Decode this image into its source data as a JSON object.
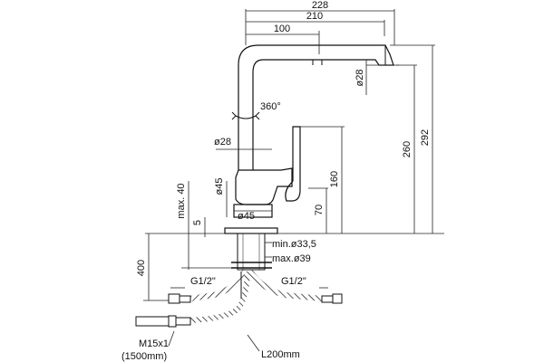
{
  "dimensions": {
    "overall_reach": "228",
    "spout_reach": "210",
    "spout_offset": "100",
    "outlet_diameter": "ø28",
    "rotation": "360°",
    "body_diameter": "ø28",
    "base_diameter": "ø45",
    "flange_diameter": "ø45",
    "height_outlet": "260",
    "height_total": "292",
    "lever_height": "160",
    "base_height": "70",
    "max_deck": "max. 40",
    "deck_gap": "5",
    "min_hole": "min.ø33,5",
    "max_hole": "max.ø39",
    "hose_drop": "400"
  },
  "connections": {
    "left_thread": "G1/2\"",
    "right_thread": "G1/2\"",
    "shower_thread": "M15x1",
    "shower_length": "(1500mm)",
    "hose_length": "L200mm"
  }
}
